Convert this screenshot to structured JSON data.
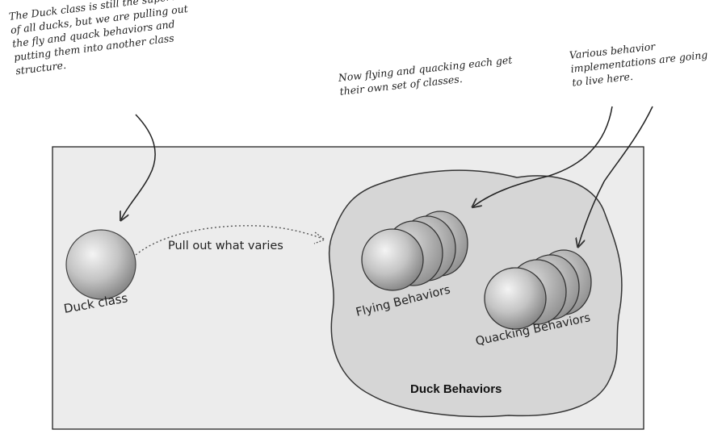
{
  "annotations": {
    "duck_class_note": [
      "The Duck class is still the superclass",
      "of all ducks, but we are pulling out",
      "the fly and quack behaviors and",
      "putting them into another class",
      "structure."
    ],
    "flying_quacking_note": [
      "Now flying and quacking each get",
      "their own set of classes."
    ],
    "implementations_note": [
      "Various behavior",
      "implementations are going",
      "to live here."
    ]
  },
  "diagram": {
    "duck_class_label": "Duck class",
    "arrow_label": "Pull out what varies",
    "flying_label": "Flying Behaviors",
    "quacking_label": "Quacking Behaviors",
    "blob_label": "Duck Behaviors"
  },
  "colors": {
    "panel_fill": "#ececec",
    "blob_fill": "#d6d6d6",
    "sphere_light": "#f2f2f2",
    "sphere_dark": "#8a8a8a",
    "stroke": "#333333"
  }
}
